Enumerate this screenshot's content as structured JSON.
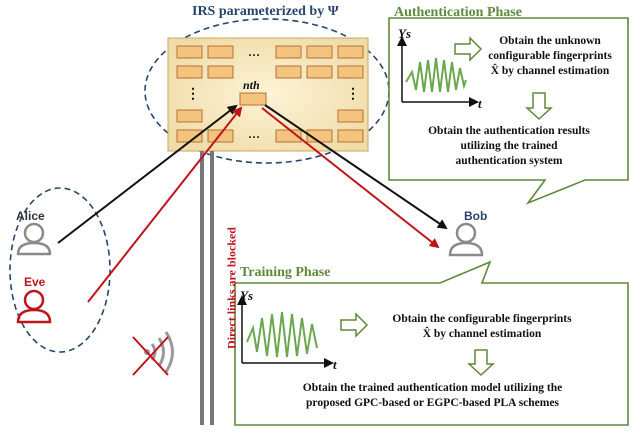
{
  "irs": {
    "title": "IRS parameterized by Ψ",
    "nth_label": "nth",
    "dots": "…",
    "vdots": "⋮"
  },
  "users": {
    "alice": "Alice",
    "eve": "Eve",
    "bob": "Bob"
  },
  "direct_links": "Direct links are blocked",
  "auth_phase": {
    "title": "Authentication Phase",
    "y_axis": "Ys",
    "t_axis": "t",
    "step1_line1": "Obtain the unknown",
    "step1_line2": "configurable fingerprints",
    "step1_line3": "X̂ by channel estimation",
    "step2_line1": "Obtain the authentication results",
    "step2_line2": "utilizing the trained",
    "step2_line3": "authentication system"
  },
  "train_phase": {
    "title": "Training Phase",
    "y_axis": "Ys",
    "t_axis": "t",
    "step1_line1": "Obtain the configurable fingerprints",
    "step1_line2": "X̂ by channel estimation",
    "step2_line1": "Obtain the trained authentication model utilizing the",
    "step2_line2": "proposed GPC-based or EGPC-based PLA schemes"
  },
  "icons": {
    "person": "person-icon",
    "wifi_blocked": "wifi-blocked-icon"
  },
  "colors": {
    "green": "#5e8a3a",
    "blue_dash": "#27466f",
    "red": "#c0141b",
    "irs_fill": "#f7e9c3",
    "element": "#f4c37d"
  }
}
